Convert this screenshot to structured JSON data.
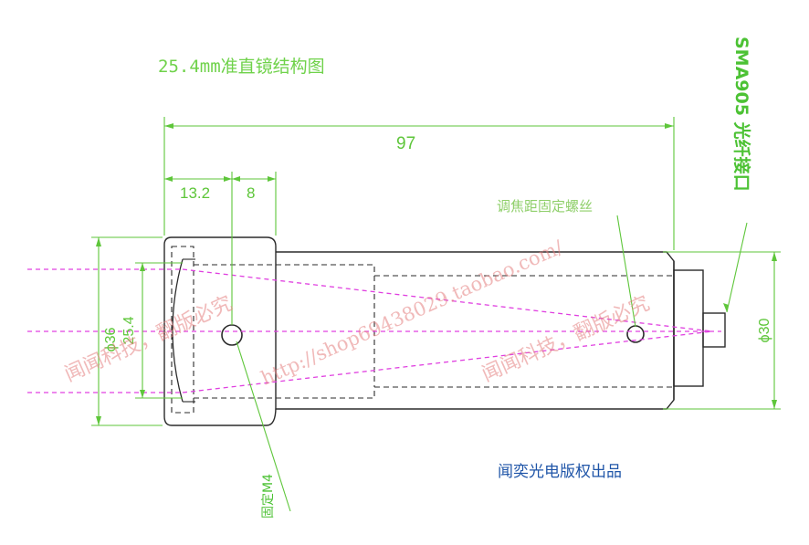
{
  "title": "25.4mm准直镜结构图",
  "dimensions": {
    "overall_length": "97",
    "flange_length": "13.2",
    "hole_offset": "8",
    "outer_diameter": "ϕ36",
    "lens_diameter": "25.4",
    "right_diameter": "ϕ30"
  },
  "labels": {
    "connector": "SMA905 光纤接口",
    "focus_screw": "调焦距固定螺丝",
    "fix_screw": "固定M4",
    "credit": "闻奕光电版权出品"
  },
  "watermarks": {
    "left": "闻闻科技，翻版必究",
    "url": "http://shop69438029.taobao.com/",
    "right": "闻闻科技，翻版必究"
  },
  "colors": {
    "outline": "#2b2b2b",
    "dimension": "#5ec63a",
    "ray": "#e040e0",
    "credit": "#1f55a8",
    "watermark": "#e58080"
  }
}
